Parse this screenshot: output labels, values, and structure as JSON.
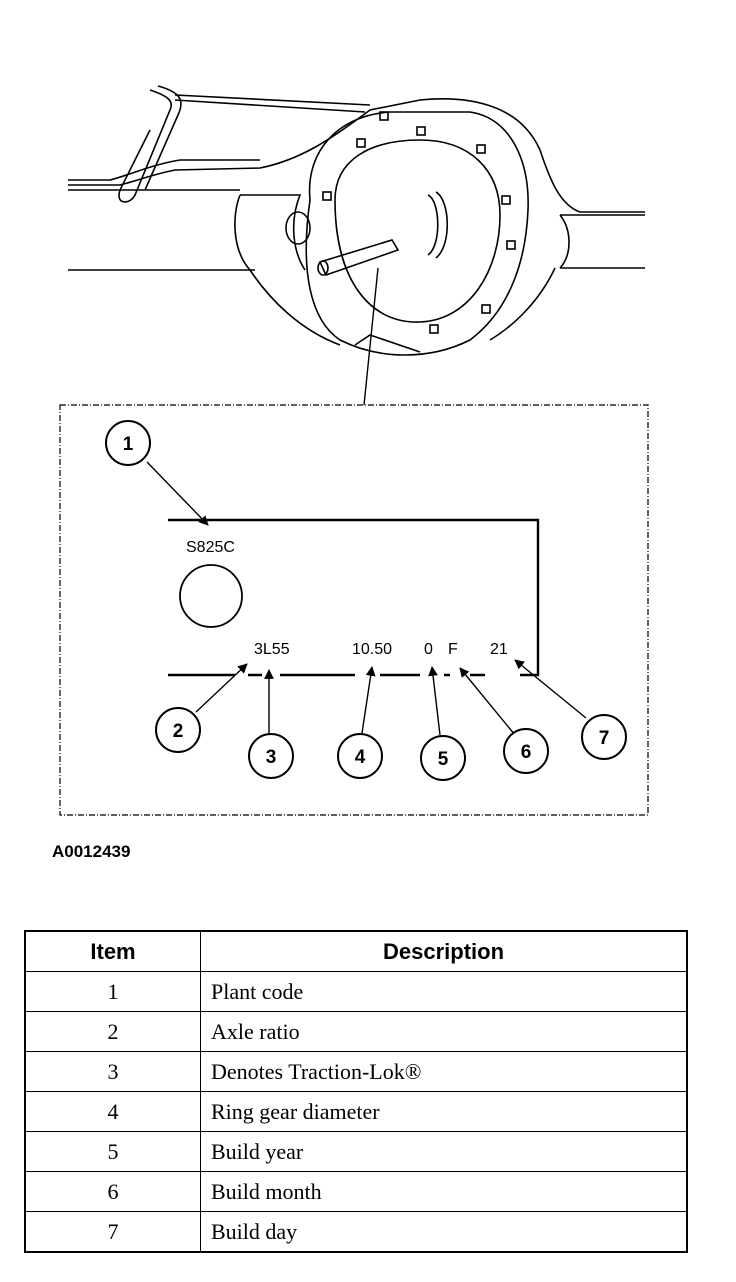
{
  "diagram": {
    "tag_text": {
      "plant_code": "S825C",
      "ratio": "3L55",
      "ring_gear": "10.50",
      "year": "0",
      "month": "F",
      "day": "21"
    },
    "callouts": [
      "1",
      "2",
      "3",
      "4",
      "5",
      "6",
      "7"
    ],
    "figure_id": "A0012439"
  },
  "table": {
    "headers": {
      "item": "Item",
      "description": "Description"
    },
    "rows": [
      {
        "item": "1",
        "description": "Plant code"
      },
      {
        "item": "2",
        "description": "Axle ratio"
      },
      {
        "item": "3",
        "description": "Denotes Traction-Lok®"
      },
      {
        "item": "4",
        "description": "Ring gear diameter"
      },
      {
        "item": "5",
        "description": "Build year"
      },
      {
        "item": "6",
        "description": "Build month"
      },
      {
        "item": "7",
        "description": "Build day"
      }
    ]
  }
}
